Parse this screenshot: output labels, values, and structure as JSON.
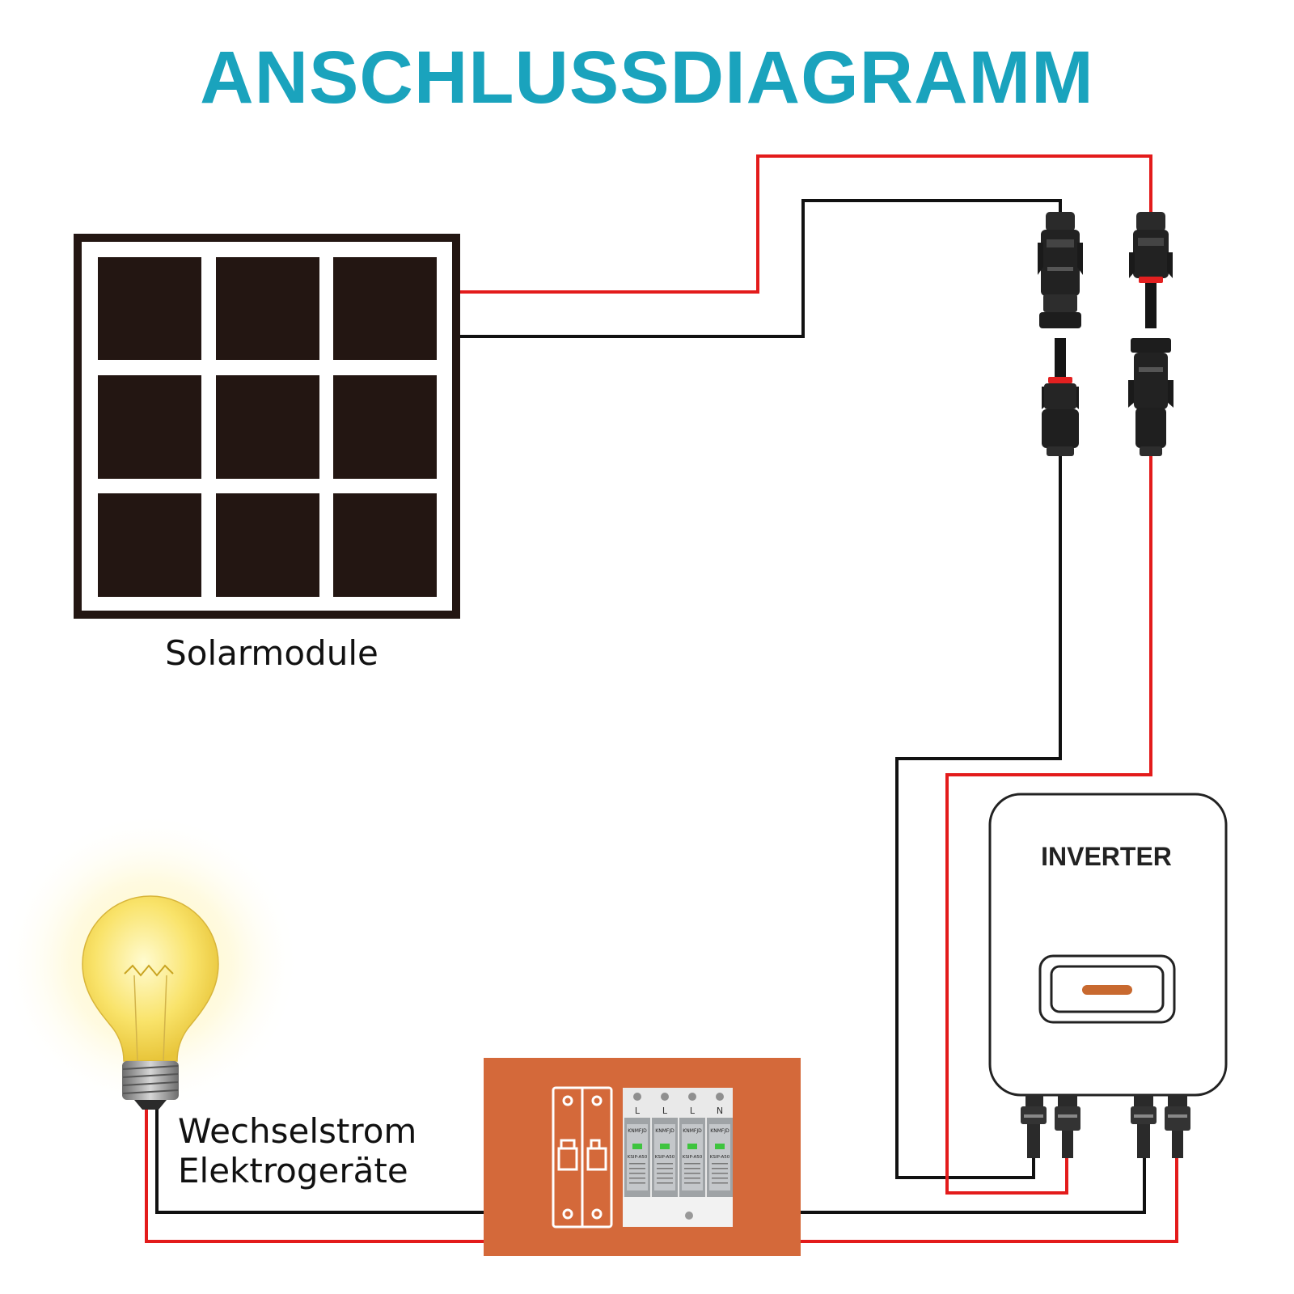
{
  "title": "ANSCHLUSSDIAGRAMM",
  "solar_label": "Solarmodule",
  "inverter_label": "INVERTER",
  "ac_label_line1": "Wechselstrom",
  "ac_label_line2": "Elektrogeräte",
  "spd": {
    "phase_labels": [
      "L",
      "L",
      "L",
      "N"
    ],
    "brand": "KNMFJD",
    "model": "KSIP-A50"
  },
  "colors": {
    "title": "#1aa3bd",
    "wire_positive": "#e31b1b",
    "wire_negative": "#111111",
    "panel_cell": "#231612",
    "breaker_box": "#d4693a",
    "inverter_display_bar": "#c8692f"
  }
}
